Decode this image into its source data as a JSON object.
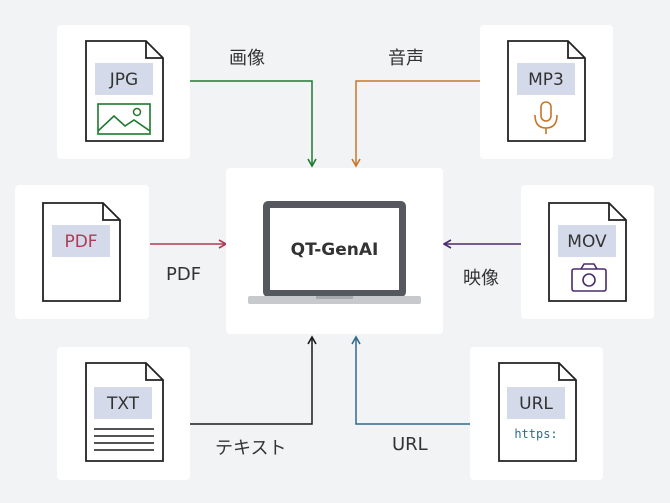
{
  "center": {
    "title": "QT-GenAI"
  },
  "inputs": {
    "jpg": {
      "ext": "JPG",
      "arrow_label": "画像"
    },
    "mp3": {
      "ext": "MP3",
      "arrow_label": "音声"
    },
    "pdf": {
      "ext": "PDF",
      "arrow_label": "PDF"
    },
    "mov": {
      "ext": "MOV",
      "arrow_label": "映像"
    },
    "txt": {
      "ext": "TXT",
      "arrow_label": "テキスト"
    },
    "url": {
      "ext": "URL",
      "snippet": "https:",
      "arrow_label": "URL"
    }
  },
  "colors": {
    "image": "#1e7a2e",
    "audio": "#c7762a",
    "pdf": "#b03a55",
    "video": "#4a2b6e",
    "text": "#1a1a1a",
    "url": "#2f6a8f",
    "tag_bg": "#d5daea"
  }
}
